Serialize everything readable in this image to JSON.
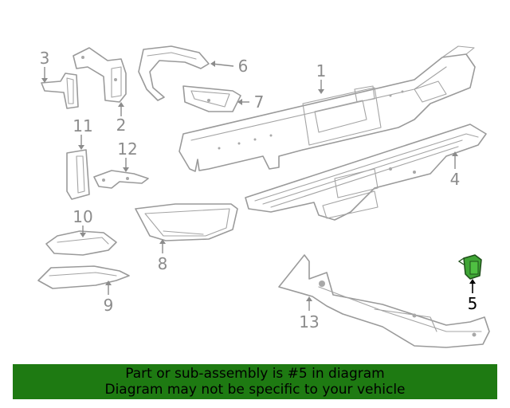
{
  "diagram": {
    "highlighted_part": "5",
    "highlight_color": "#3fa535",
    "callouts": [
      "1",
      "2",
      "3",
      "4",
      "5",
      "6",
      "7",
      "8",
      "9",
      "10",
      "11",
      "12",
      "13"
    ]
  },
  "banner": {
    "background": "#1e7a12",
    "line1": "Part or sub-assembly is #5 in diagram",
    "line2": "Diagram may not be specific to your vehicle"
  }
}
